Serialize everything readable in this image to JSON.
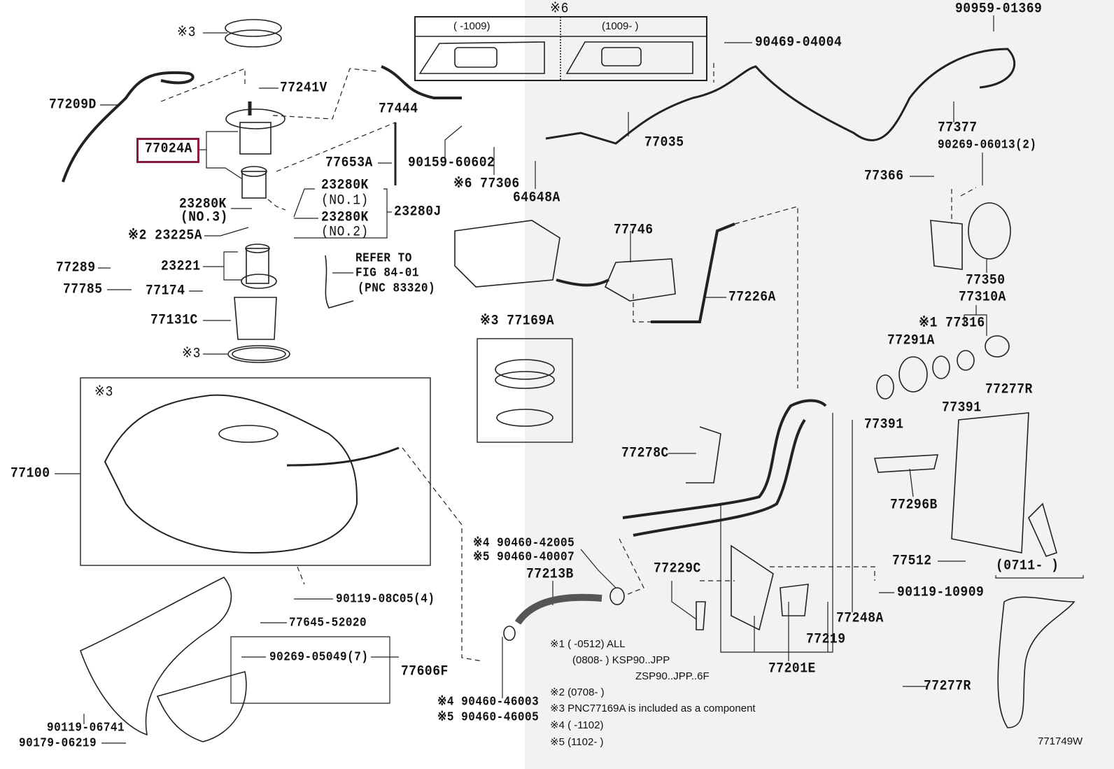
{
  "diagram_code": "771749W",
  "highlight_color": "#8b1a3a",
  "selected_part": "77024A",
  "parts": [
    "※3",
    "77241V",
    "77209D",
    "77444",
    "77024A",
    "77653A",
    "90159-60602",
    "※6 77306",
    "64648A",
    "23280K",
    "(NO.1)",
    "23280K",
    "(NO.2)",
    "23280J",
    "23280K",
    "(NO.3)",
    "※2 23225A",
    "77289",
    "23221",
    "77785",
    "77174",
    "77131C",
    "※3",
    "※3",
    "77100",
    "※3 77169A",
    "77746",
    "77226A",
    "※6",
    "90469-04004",
    "90959-01369",
    "77035",
    "77377",
    "90269-06013(2)",
    "77366",
    "77350",
    "77310A",
    "※1 77316",
    "77291A",
    "77277R",
    "77391",
    "77391",
    "77278C",
    "77296B",
    "77512",
    "(0711-      )",
    "90119-10909",
    "77248A",
    "77219",
    "77201E",
    "77229C",
    "77213B",
    "※4 90460-42005",
    "※5 90460-40007",
    "90119-08C05(4)",
    "77645-52020",
    "90269-05049(7)",
    "77606F",
    "90119-06741",
    "90179-06219",
    "※4 90460-46003",
    "※5 90460-46005",
    "77277R"
  ],
  "refer": [
    "REFER TO",
    "FIG 84-01",
    "(PNC 83320)"
  ],
  "variant_box": {
    "left_header": "(      -1009)",
    "right_header": "(1009-      )"
  },
  "notes": [
    "※1 (    -0512) ALL",
    "(0808-    ) KSP90..JPP",
    "ZSP90..JPP..6F",
    "※2 (0708-    )",
    "※3 PNC77169A is included as a component",
    "※4 (    -1102)",
    "※5 (1102-    )"
  ]
}
